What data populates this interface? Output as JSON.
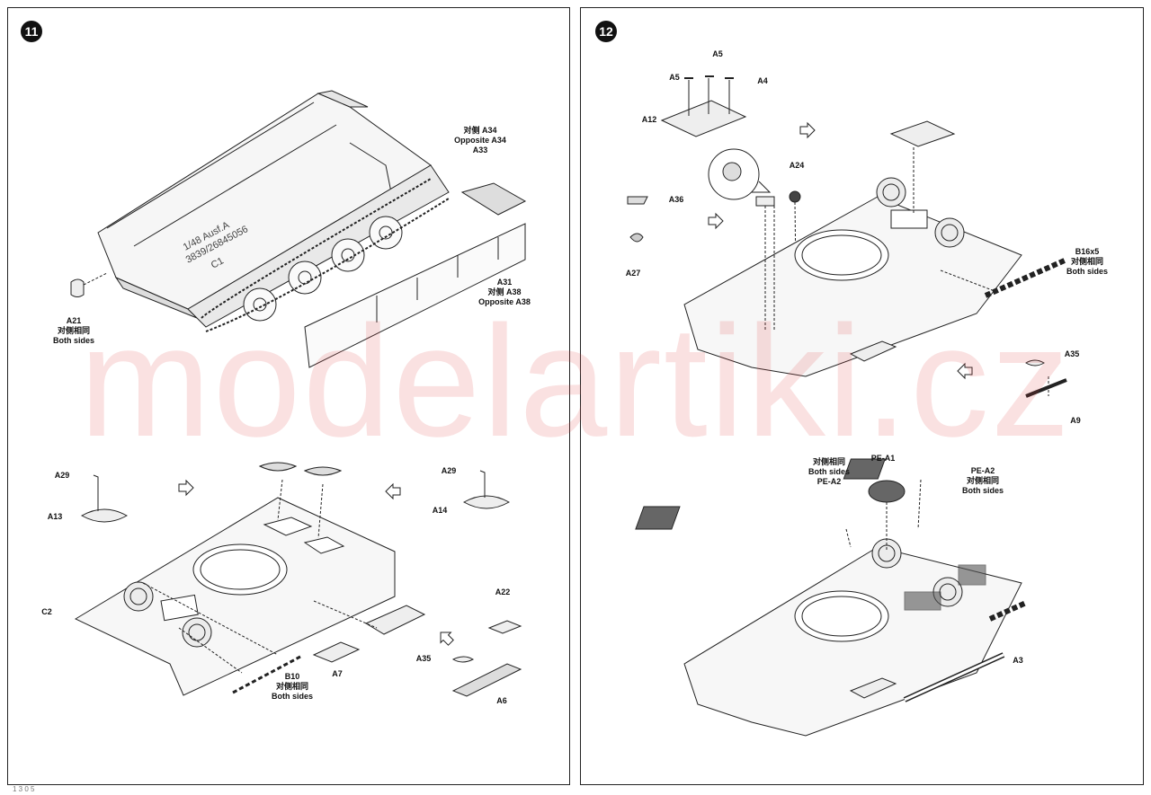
{
  "steps": [
    {
      "number": "11"
    },
    {
      "number": "12"
    }
  ],
  "watermark": "modelartiki.cz",
  "footer_mark": "1 3 0 5",
  "hull_stencil": {
    "line1": "1/48 Ausf.A",
    "line2": "3839/26845056",
    "line3": "C1"
  },
  "labels": {
    "a21": {
      "part": "A21",
      "cn": "对侧相同",
      "en": "Both sides"
    },
    "a33": {
      "cn": "对侧 A34",
      "en": "Opposite A34",
      "part": "A33"
    },
    "a31": {
      "part": "A31",
      "cn": "对侧 A38",
      "en": "Opposite A38"
    },
    "a29_left": "A29",
    "a13": "A13",
    "a29_right": "A29",
    "a14": "A14",
    "c2": "C2",
    "b10": {
      "part": "B10",
      "cn": "对侧相同",
      "en": "Both sides"
    },
    "a7": "A7",
    "a22": "A22",
    "a35_left": "A35",
    "a6": "A6",
    "a5_top": "A5",
    "a5_left": "A5",
    "a4": "A4",
    "a12": "A12",
    "a24": "A24",
    "a36": "A36",
    "a27": "A27",
    "b16": {
      "part": "B16x5",
      "cn": "对侧相同",
      "en": "Both sides"
    },
    "a35_right": "A35",
    "a9": "A9",
    "pe_left": {
      "cn": "对侧相同",
      "en": "Both sides",
      "part": "PE-A2"
    },
    "pe_a1": "PE-A1",
    "pe_right": {
      "part": "PE-A2",
      "cn": "对侧相同",
      "en": "Both sides"
    },
    "a3": "A3"
  }
}
